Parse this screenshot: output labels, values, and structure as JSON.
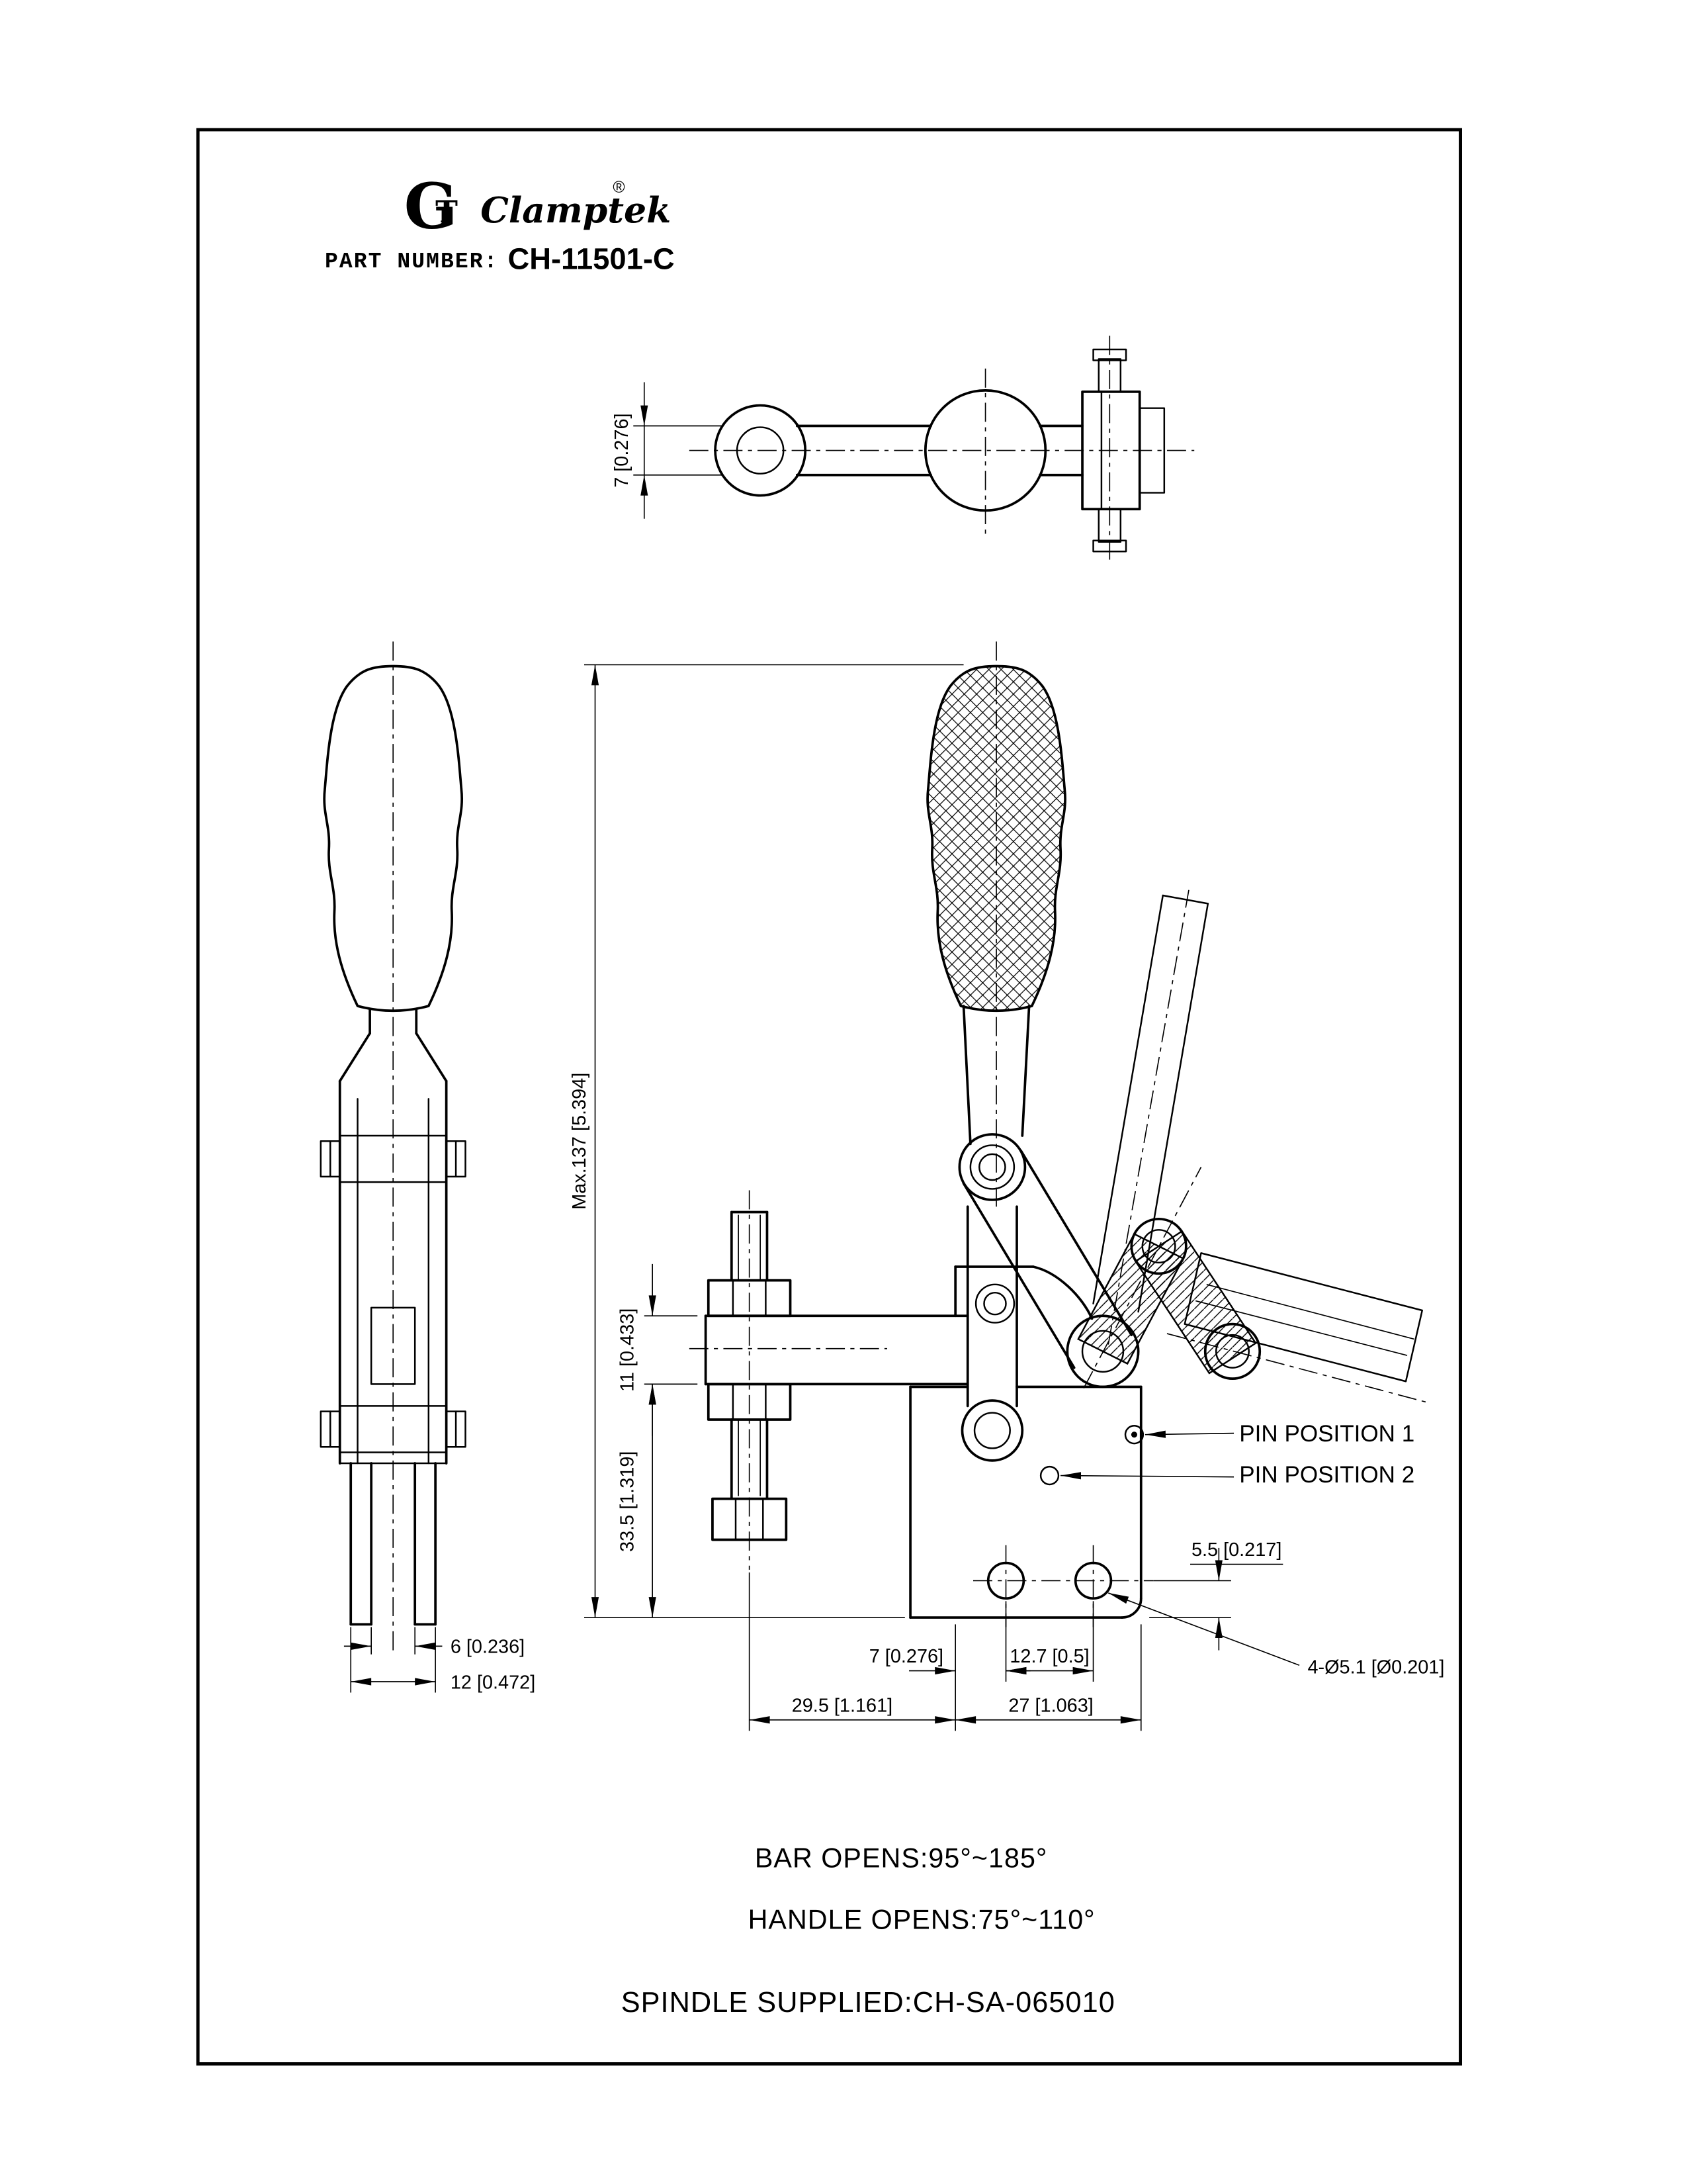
{
  "header": {
    "brand": "Clamptek",
    "brand_mark_g": "G",
    "brand_mark_t": "T",
    "registered_symbol": "®",
    "part_number_label": "PART NUMBER:",
    "part_number_value": "CH-11501-C"
  },
  "dims": {
    "top_view_width": "7 [0.276]",
    "overall_height": "Max.137 [5.394]",
    "bar_section_height": "11 [0.433]",
    "spindle_below_bar": "33.5 [1.319]",
    "fork_slot_width": "6 [0.236]",
    "fork_outer_width": "12 [0.472]",
    "hole_offset": "7 [0.276]",
    "hole_spacing": "12.7 [0.5]",
    "spindle_to_body": "29.5 [1.161]",
    "base_width": "27 [1.063]",
    "hole_edge_distance": "5.5 [0.217]",
    "mount_hole_callout": "4-Ø5.1 [Ø0.201]"
  },
  "callouts": {
    "pin_position_1": "PIN POSITION 1",
    "pin_position_2": "PIN POSITION 2"
  },
  "notes": {
    "bar_opens": "BAR OPENS:95°~185°",
    "handle_opens": "HANDLE OPENS:75°~110°",
    "spindle_supplied": "SPINDLE SUPPLIED:CH-SA-065010"
  }
}
